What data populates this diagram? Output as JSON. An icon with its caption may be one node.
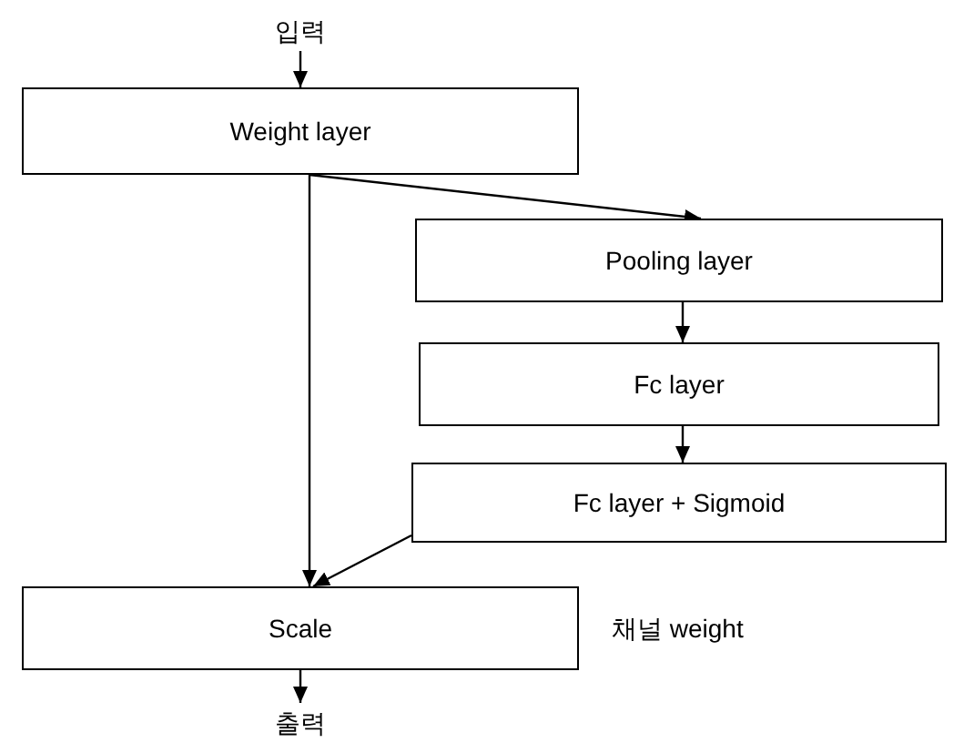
{
  "diagram": {
    "nodes": [
      {
        "text": [
          "입력"
        ]
      },
      {
        "text": [
          "Weight layer"
        ]
      },
      {
        "text": [
          "Pooling layer"
        ]
      },
      {
        "text": [
          "Fc layer"
        ]
      },
      {
        "text": [
          "Fc layer + Sigmoid"
        ]
      },
      {
        "text": [
          "Scale"
        ],
        "beside": [
          "채널 weight"
        ]
      },
      {
        "text": [
          "출력"
        ]
      }
    ],
    "edges": [
      {
        "from": 0,
        "to": 1,
        "arrow": "to"
      },
      {
        "from": 1,
        "to": 5,
        "arrow": "to"
      },
      {
        "from": 1,
        "to": 2,
        "arrow": "to"
      },
      {
        "from": 2,
        "to": 3,
        "arrow": "to"
      },
      {
        "from": 3,
        "to": 4,
        "arrow": "to"
      },
      {
        "from": 4,
        "to": 5,
        "arrow": "to"
      },
      {
        "from": 5,
        "to": 6,
        "arrow": "to"
      }
    ]
  }
}
